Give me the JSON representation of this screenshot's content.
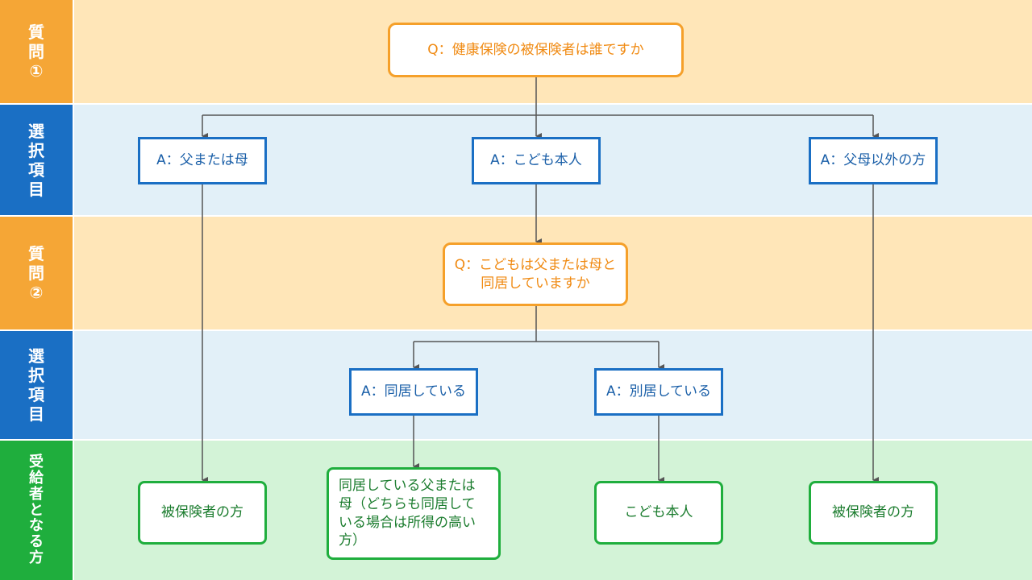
{
  "rows": {
    "q1": "質問①",
    "a1": "選択項目",
    "q2": "質問②",
    "a2": "選択項目",
    "result": "受給者となる方"
  },
  "questions": {
    "q1": "Q：健康保険の被保険者は誰ですか",
    "q2": "Q：こどもは父または母と同居していますか"
  },
  "answers": {
    "parent": "A：父または母",
    "child": "A：こども本人",
    "other": "A：父母以外の方",
    "together": "A：同居している",
    "apart": "A：別居している"
  },
  "results": {
    "r1": "被保険者の方",
    "r2": "同居している父または母（どちらも同居している場合は所得の高い方）",
    "r3": "こども本人",
    "r4": "被保険者の方"
  },
  "colors": {
    "question_band": "#ffe6b8",
    "answer_band": "#e2f0f8",
    "result_band": "#d3f3d7",
    "question_label": "#f5a636",
    "answer_label": "#1a6fc4",
    "result_label": "#1fae3d"
  }
}
